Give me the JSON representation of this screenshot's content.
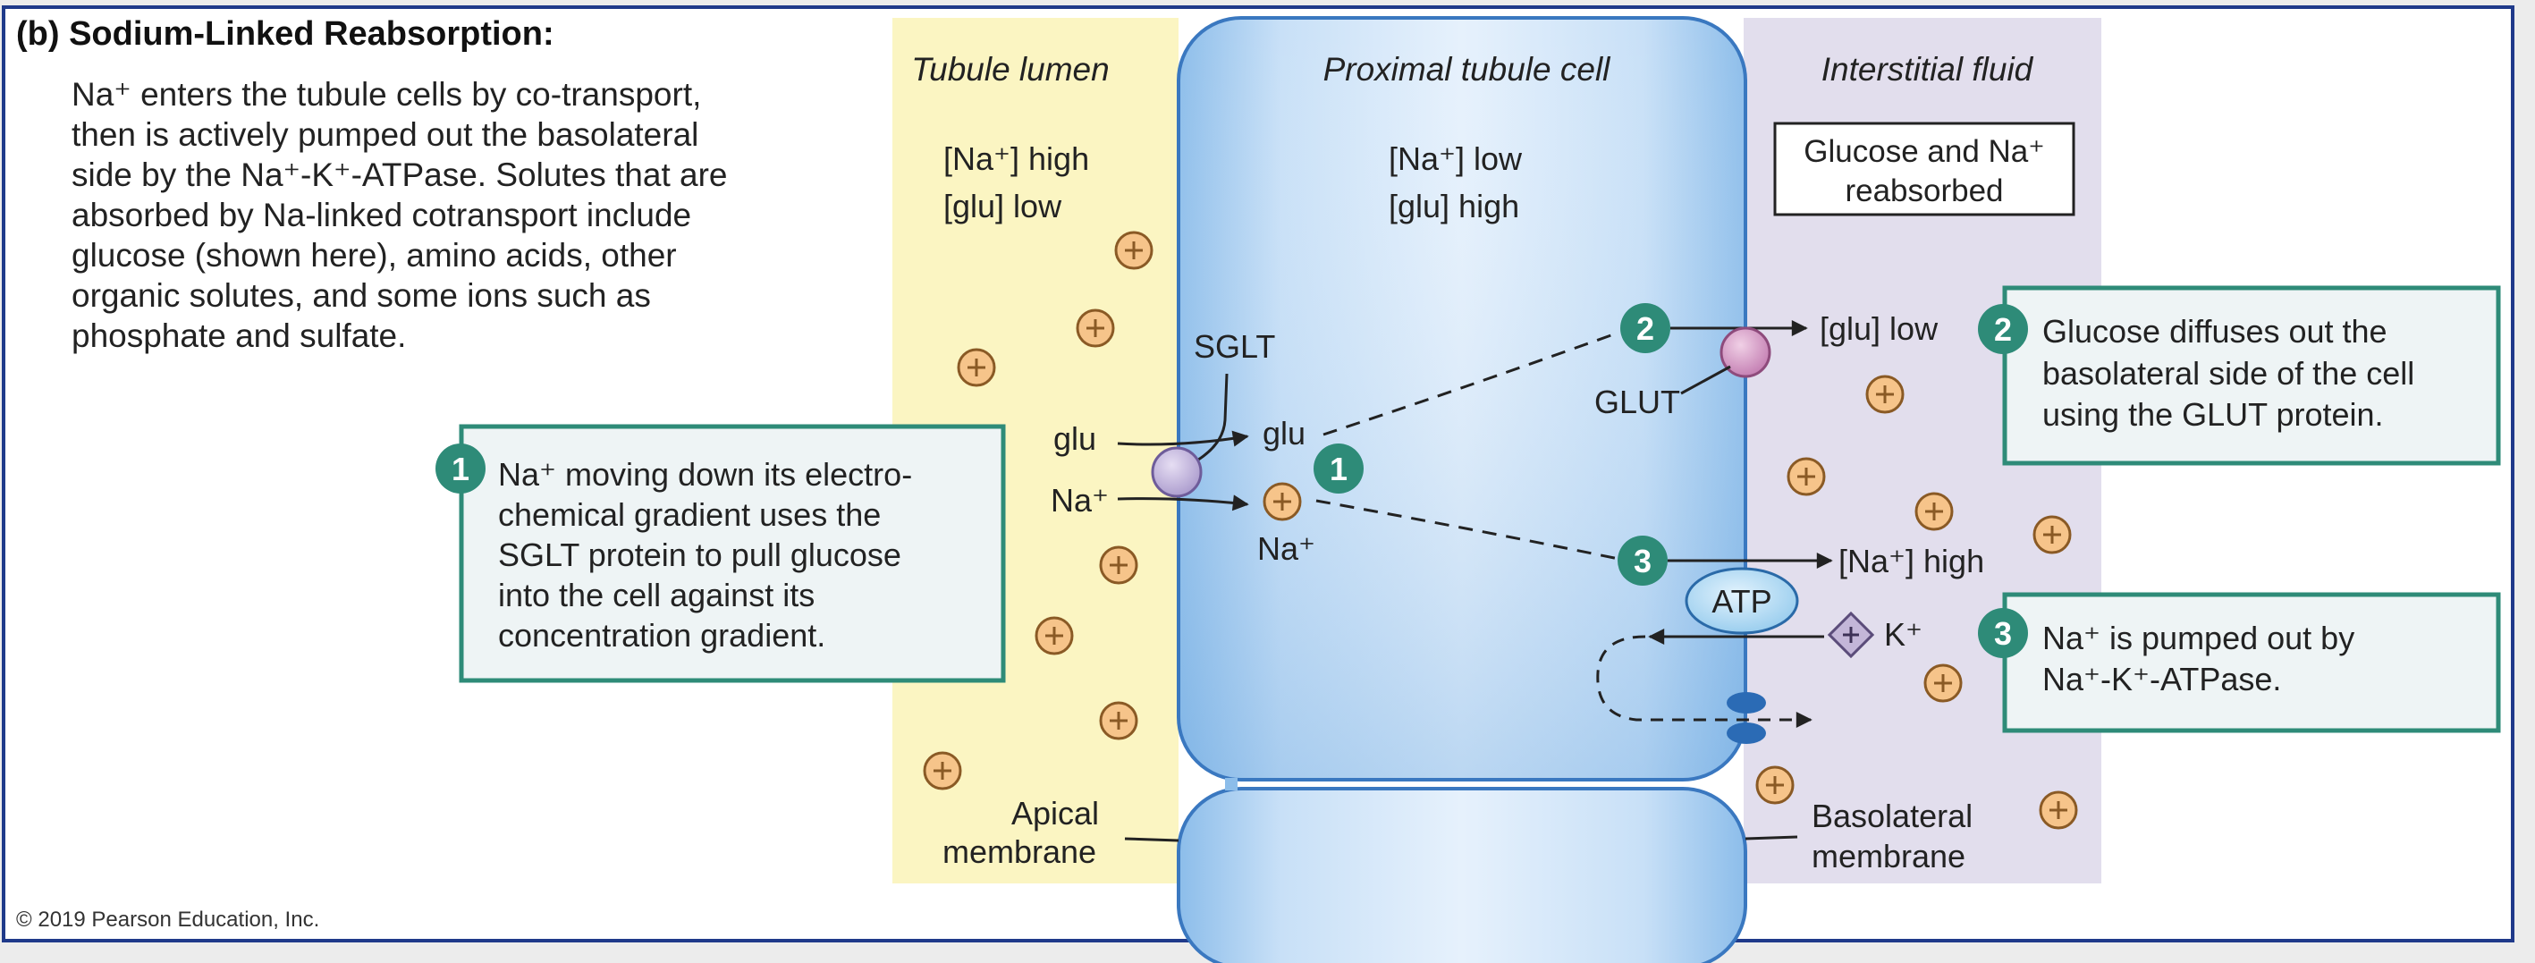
{
  "heading": "(b) Sodium-Linked Reabsorption:",
  "intro": [
    "Na⁺ enters the tubule cells by co-transport,",
    "then is actively pumped out the basolateral",
    "side by the Na⁺-K⁺-ATPase. Solutes that are",
    "absorbed by Na-linked cotransport include",
    "glucose (shown here), amino acids, other",
    "organic solutes, and some ions such as",
    "phosphate and sulfate."
  ],
  "regions": {
    "lumen": "Tubule lumen",
    "cell": "Proximal tubule cell",
    "interstitial": "Interstitial fluid"
  },
  "lumen_conc": {
    "na": "[Na⁺] high",
    "glu": "[glu] low"
  },
  "cell_conc": {
    "na": "[Na⁺] low",
    "glu": "[glu] high"
  },
  "reabsorbed_box": [
    "Glucose and Na⁺",
    "reabsorbed"
  ],
  "transporters": {
    "sglt": "SGLT",
    "glut": "GLUT",
    "atp": "ATP"
  },
  "molecules": {
    "glu_out": "glu",
    "na_out": "Na⁺",
    "glu_in": "glu",
    "na_in": "Na⁺",
    "glu_if": "[glu] low",
    "na_if": "[Na⁺] high",
    "k": "K⁺"
  },
  "membranes": {
    "apical": [
      "Apical",
      "membrane"
    ],
    "basolateral": [
      "Basolateral",
      "membrane"
    ]
  },
  "steps": [
    {
      "num": "1",
      "lines": [
        "Na⁺ moving down its electro-",
        "chemical gradient uses the",
        "SGLT protein to pull glucose",
        "into the cell against its",
        "concentration gradient."
      ]
    },
    {
      "num": "2",
      "lines": [
        "Glucose diffuses out the",
        "basolateral side of the cell",
        "using the GLUT protein."
      ]
    },
    {
      "num": "3",
      "lines": [
        "Na⁺ is pumped out by",
        "Na⁺-K⁺-ATPase."
      ]
    }
  ],
  "copyright": "© 2019 Pearson Education, Inc.",
  "colors": {
    "lumen": "#fbf5c2",
    "interstitial": "#e2deed",
    "cell": "#b5d5f4",
    "cell_border": "#3a78c0",
    "step_teal": "#2e8b78",
    "ion_fill": "#f6c48a",
    "ion_stroke": "#a0703a",
    "sglt_fill": "#c4b7de",
    "glut_fill": "#d8a3c8",
    "atp_fill": "#b9ddf5",
    "frame": "#1f3a8a"
  }
}
